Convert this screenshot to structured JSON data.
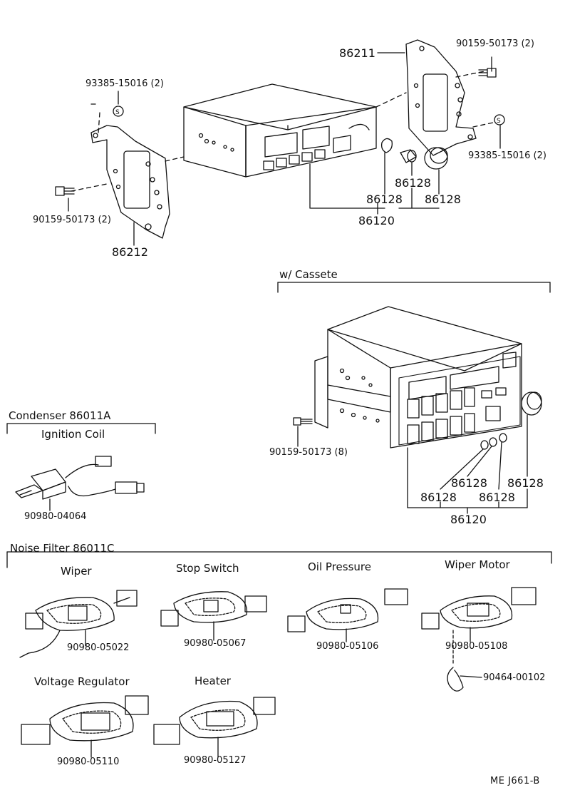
{
  "top": {
    "bracket_right_pn": "86211",
    "bolt_right_pn": "90159-50173 (2)",
    "screw_left_pn": "93385-15016 (2)",
    "screw_right_pn": "93385-15016 (2)",
    "bolt_left_pn": "90159-50173 (2)",
    "bracket_left_pn": "86212",
    "knob_a_pn": "86128",
    "knob_b_pn": "86128",
    "knob_c_pn": "86128",
    "assembly_pn": "86120"
  },
  "cassette": {
    "header": "w/ Cassete",
    "bolt_pn": "90159-50173 (8)",
    "knob_1": "86128",
    "knob_2": "86128",
    "knob_3": "86128",
    "knob_4": "86128",
    "assembly_pn": "86120"
  },
  "condenser": {
    "header": "Condenser 86011A",
    "sub": "Ignition Coil",
    "pn": "90980-04064"
  },
  "noise_filter": {
    "header": "Noise Filter 86011C",
    "items": [
      {
        "label": "Wiper",
        "pn": "90980-05022"
      },
      {
        "label": "Stop Switch",
        "pn": "90980-05067"
      },
      {
        "label": "Oil Pressure",
        "pn": "90980-05106"
      },
      {
        "label": "Wiper Motor",
        "pn": "90980-05108"
      },
      {
        "label": "Voltage Regulator",
        "pn": "90980-05110"
      },
      {
        "label": "Heater",
        "pn": "90980-05127"
      }
    ],
    "clamp_pn": "90464-00102"
  },
  "page_code": "ME  J661-B"
}
